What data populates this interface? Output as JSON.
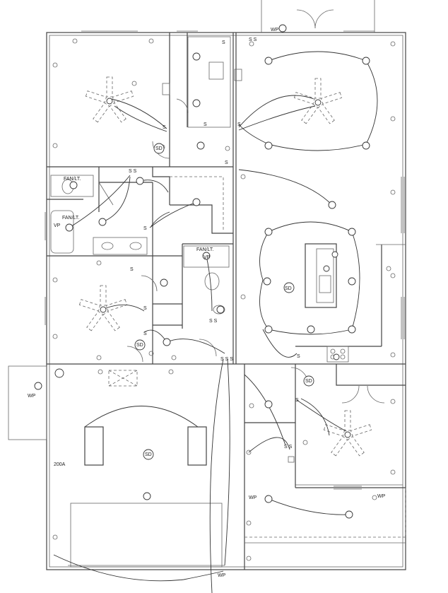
{
  "labels": {
    "wp_top": "WP",
    "fan_lt_1": "FAN/LT.",
    "fan_lt_2": "FAN/LT.",
    "fan_lt_3": "FAN/LT.",
    "vp_1": "VP",
    "vp_2": "VP",
    "sd": "SD",
    "wp_left": "WP",
    "panel": "200A",
    "wp_right": "WP",
    "wp_porch": "WP",
    "wp_bottom": "WP",
    "switch": "S",
    "switch_pair": "S S",
    "switch_triple": "S S S"
  }
}
